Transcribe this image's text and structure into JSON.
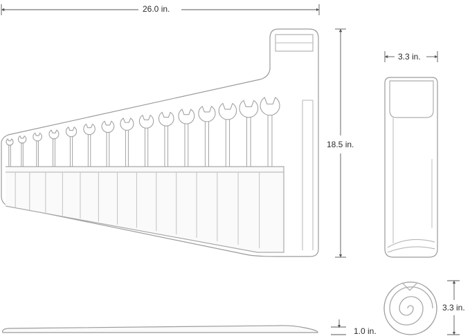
{
  "dimensions": {
    "width": "26.0 in.",
    "height": "18.5 in.",
    "side_width": "3.3 in.",
    "roll_diameter": "3.3 in.",
    "flat_thickness": "1.0 in."
  },
  "colors": {
    "outline": "#9a9a9a",
    "fill": "#ffffff",
    "pocket": "#f4f4f4",
    "dimension_line": "#555555",
    "text": "#2a2a2a"
  }
}
